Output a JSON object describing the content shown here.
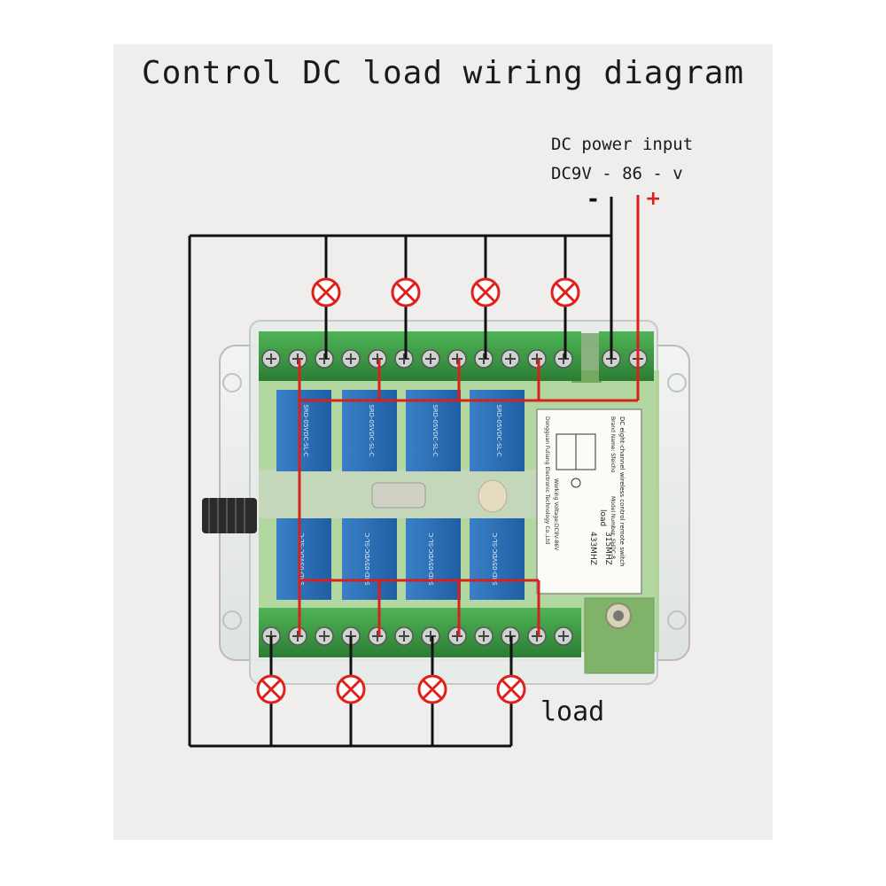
{
  "title": "Control DC load wiring diagram",
  "power": {
    "label": "DC power input",
    "voltage": "DC9V - 86 - v",
    "minus": "-",
    "plus": "+"
  },
  "load_label": "load",
  "board": {
    "relay_labels": [
      "SRD-05VDC-SL-C",
      "SRD-05VDC-SL-C",
      "SRD-05VDC-SL-C",
      "SRD-05VDC-SL-C",
      "SRD-05VDC-SL-C",
      "SRD-05VDC-SL-C",
      "SRD-05VDC-SL-C",
      "SRD-05VDC-SL-C"
    ],
    "info_card_lines": [
      "DC eight-channel wireless control remote switch",
      "Brand Name: Sfeicho",
      "Model Number: SHDC-8",
      "load",
      "315MHZ",
      "433MHZ",
      "Working Voltage:DC9V-86V",
      "Dongguan Fuliang Electronic Technology Co.,Ltd"
    ]
  },
  "colors": {
    "wire_dark": "#111111",
    "wire_red": "#d8201c",
    "terminal_green": "#3f9a45",
    "relay_blue": "#2a6fb8",
    "pcb_green": "#9ecb8a",
    "lamp_red": "#e0201a"
  }
}
